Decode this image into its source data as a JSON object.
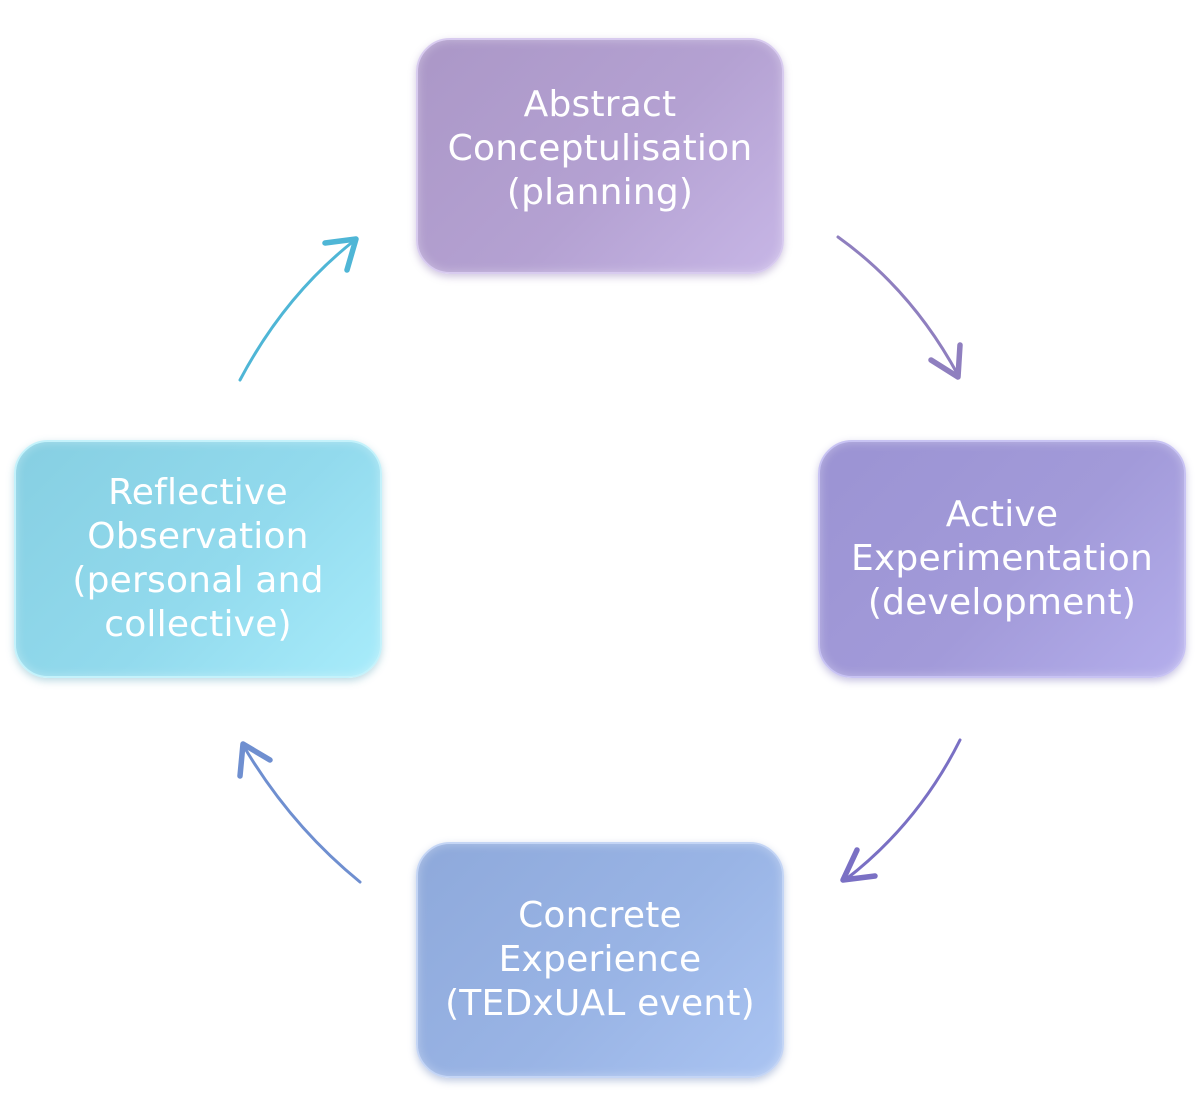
{
  "diagram": {
    "nodes": [
      {
        "id": "abstract",
        "lines": [
          "Abstract",
          "Conceptulisation",
          "(planning)"
        ],
        "color": "#b4a1d2"
      },
      {
        "id": "active",
        "lines": [
          "Active",
          "Experimentation",
          "(development)"
        ],
        "color": "#a29ad9"
      },
      {
        "id": "concrete",
        "lines": [
          "Concrete",
          "Experience",
          "(TEDxUAL event)"
        ],
        "color": "#99b4e5"
      },
      {
        "id": "reflective",
        "lines": [
          "Reflective",
          "Observation",
          "(personal and",
          "collective)"
        ],
        "color": "#92daed"
      }
    ],
    "arrows": [
      {
        "from": "abstract",
        "to": "active",
        "color": "#8f7fbf"
      },
      {
        "from": "active",
        "to": "concrete",
        "color": "#7a70c4"
      },
      {
        "from": "concrete",
        "to": "reflective",
        "color": "#6f8fd0"
      },
      {
        "from": "reflective",
        "to": "abstract",
        "color": "#4fb6d6"
      }
    ]
  }
}
